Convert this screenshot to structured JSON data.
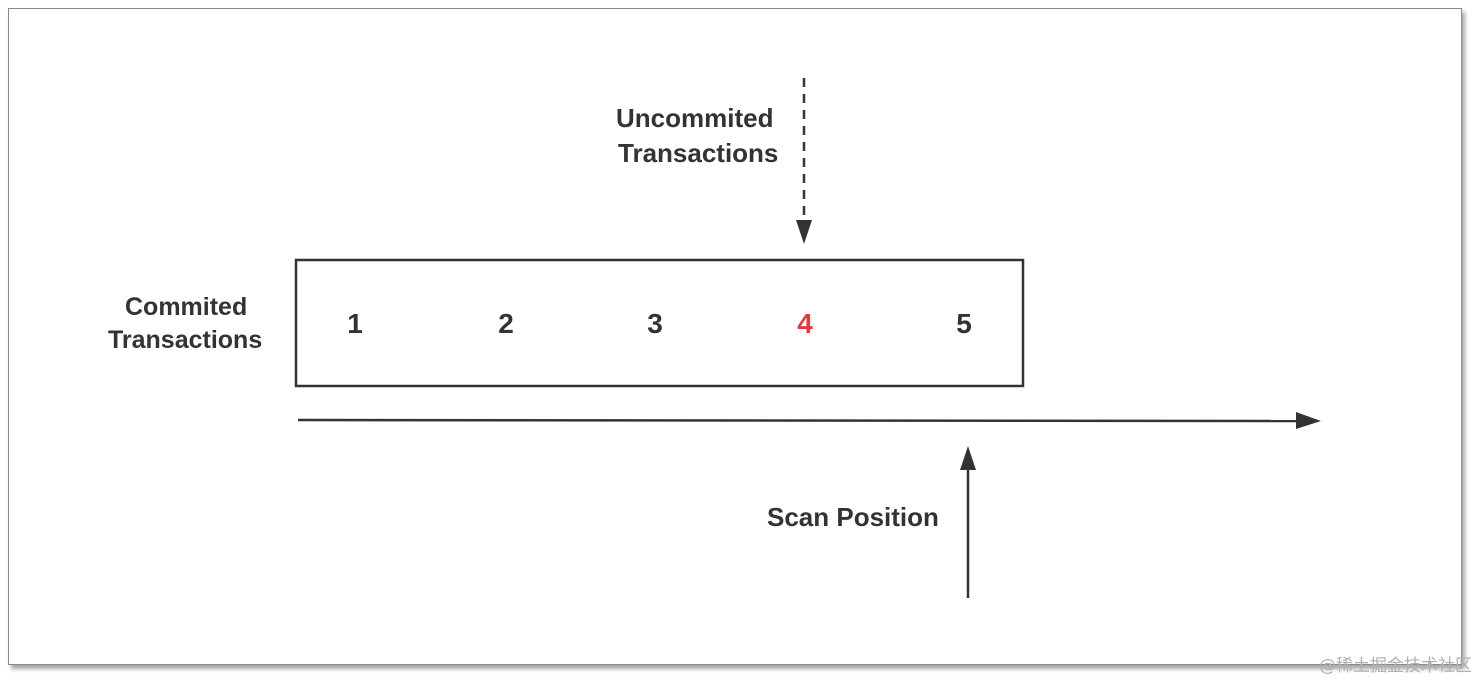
{
  "labels": {
    "uncommitted_line1": "Uncommited",
    "uncommitted_line2": "Transactions",
    "committed_line1": "Commited",
    "committed_line2": "Transactions",
    "scan_position": "Scan Position"
  },
  "transactions": [
    "1",
    "2",
    "3",
    "4",
    "5"
  ],
  "highlighted_transaction": "4",
  "colors": {
    "text": "#333333",
    "highlight": "#e03c3c",
    "line": "#333333"
  },
  "watermark": "@稀土掘金技术社区"
}
